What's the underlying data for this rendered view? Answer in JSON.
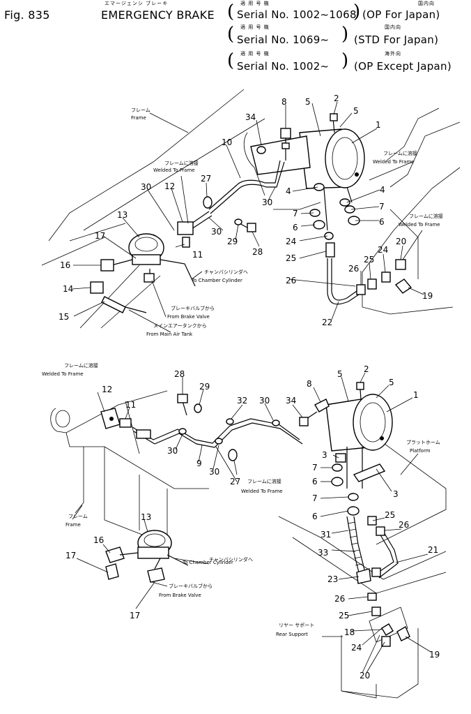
{
  "header": {
    "fig_label": "Fig. 835",
    "title_jp": "エマージェンシ ブレーキ",
    "title_en": "EMERGENCY BRAKE",
    "rows": [
      {
        "serial_jp": "適 用 号 機",
        "serial": "Serial No. 1002~1068",
        "spec_jp": "国内向",
        "spec": "(OP For Japan)"
      },
      {
        "serial_jp": "適 用 号 機",
        "serial": "Serial No. 1069~",
        "spec_jp": "国内向",
        "spec": "(STD For Japan)"
      },
      {
        "serial_jp": "適 用 号 機",
        "serial": "Serial No. 1002~",
        "spec_jp": "海外向",
        "spec": "(OP Except Japan)"
      }
    ]
  },
  "notes": {
    "frame_jp": "フレーム",
    "frame": "Frame",
    "welded_jp": "フレームに溶接",
    "welded": "Welded To Frame",
    "chamber_jp": "チャンバシリンダへ",
    "chamber": "To Chamber Cylinder",
    "brake_valve_jp": "ブレーキバルブから",
    "brake_valve": "From Brake Valve",
    "main_tank_jp": "メインエアータンクから",
    "main_tank": "From Main Air Tank",
    "platform_jp": "プラットホーム",
    "platform": "Platform",
    "rear_support_jp": "リヤー サポート",
    "rear_support": "Rear Support"
  },
  "callouts_top": [
    "1",
    "2",
    "4",
    "4",
    "5",
    "5",
    "6",
    "6",
    "7",
    "7",
    "8",
    "10",
    "11",
    "12",
    "13",
    "14",
    "15",
    "16",
    "17",
    "19",
    "20",
    "22",
    "24",
    "24",
    "25",
    "25",
    "26",
    "26",
    "27",
    "28",
    "29",
    "30",
    "30",
    "30",
    "34"
  ],
  "callouts_bottom": [
    "1",
    "2",
    "3",
    "3",
    "5",
    "5",
    "6",
    "6",
    "7",
    "7",
    "8",
    "9",
    "11",
    "12",
    "13",
    "16",
    "17",
    "17",
    "18",
    "19",
    "20",
    "21",
    "23",
    "24",
    "25",
    "25",
    "26",
    "26",
    "27",
    "28",
    "29",
    "30",
    "30",
    "30",
    "31",
    "32",
    "33",
    "34"
  ]
}
